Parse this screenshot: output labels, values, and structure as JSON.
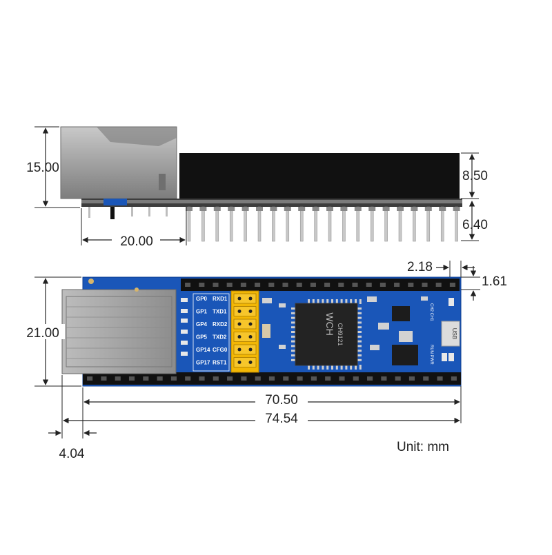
{
  "dimensions": {
    "side_height_total": "15.00",
    "header_height": "8.50",
    "pin_length": "6.40",
    "rj45_offset": "20.00",
    "header_spacing_a": "2.18",
    "header_spacing_b": "1.61",
    "board_width": "21.00",
    "header_length": "70.50",
    "board_length": "74.54",
    "rj45_overhang": "4.04"
  },
  "unit_label": "Unit: mm",
  "board_labels": {
    "pins": [
      {
        "gp": "GP0",
        "sig": "RXD1"
      },
      {
        "gp": "GP1",
        "sig": "TXD1"
      },
      {
        "gp": "GP4",
        "sig": "RXD2"
      },
      {
        "gp": "GP5",
        "sig": "TXD2"
      },
      {
        "gp": "GP14",
        "sig": "CFG0"
      },
      {
        "gp": "GP17",
        "sig": "RST1"
      }
    ],
    "chip_brand": "WCH",
    "chip_model": "CH9121",
    "usb": "USB",
    "ch_labels": "CH2 CH1",
    "run_pwr": "RUN PWR"
  },
  "colors": {
    "pcb": "#1a56b8",
    "header": "#111111",
    "rj45": "#9a9a9a",
    "jumper": "#f2b705",
    "dim_line": "#222222"
  }
}
